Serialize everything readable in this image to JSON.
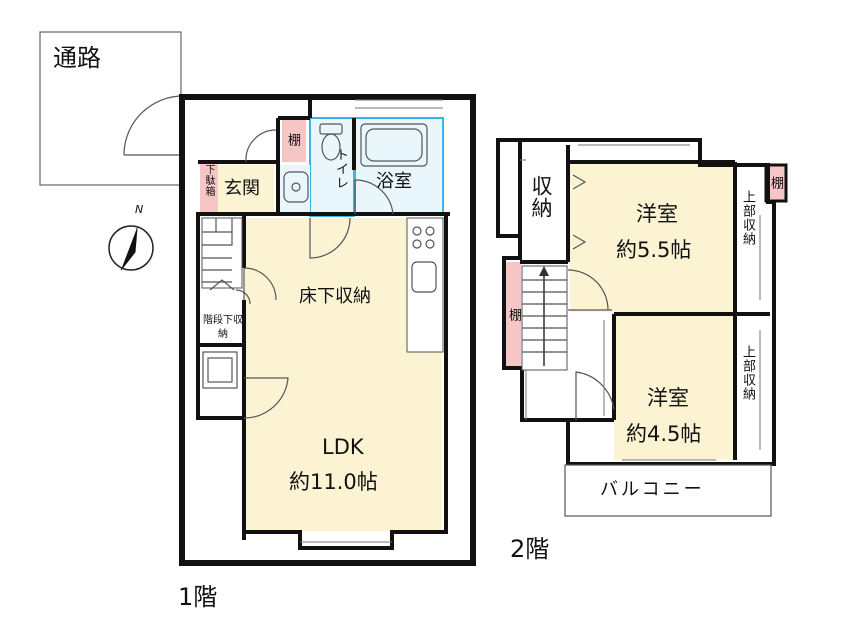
{
  "labels": {
    "road": "通路",
    "floor1": "1階",
    "floor2": "2階",
    "genkan": "玄関",
    "shoe_box": "下駄箱",
    "shelf_1f": "棚",
    "toilet": "トイレ",
    "bath": "浴室",
    "underfloor": "床下収納",
    "stair_storage": "階段下収納",
    "ldk_name": "LDK",
    "ldk_size": "約11.0帖",
    "storage_2f": "収納",
    "western1_name": "洋室",
    "western1_size": "約5.5帖",
    "upper_storage_1": "上部収納",
    "shelf_2f_top": "棚",
    "shelf_2f_stair": "棚",
    "western2_name": "洋室",
    "western2_size": "約4.5帖",
    "upper_storage_2": "上部収納",
    "balcony": "バルコニー",
    "north": "N"
  },
  "colors": {
    "room_fill": "#fbf3d2",
    "wet_fill": "#e9f6fb",
    "wet_edge": "#3cb4e6",
    "shelf_fill": "#f6c6c6",
    "wall": "#111111",
    "line": "#555555"
  },
  "icons": [
    "compass-icon",
    "door-swing-icon",
    "sink-icon",
    "stove-icon",
    "toilet-icon",
    "bathtub-icon",
    "stair-arrow-icon"
  ]
}
